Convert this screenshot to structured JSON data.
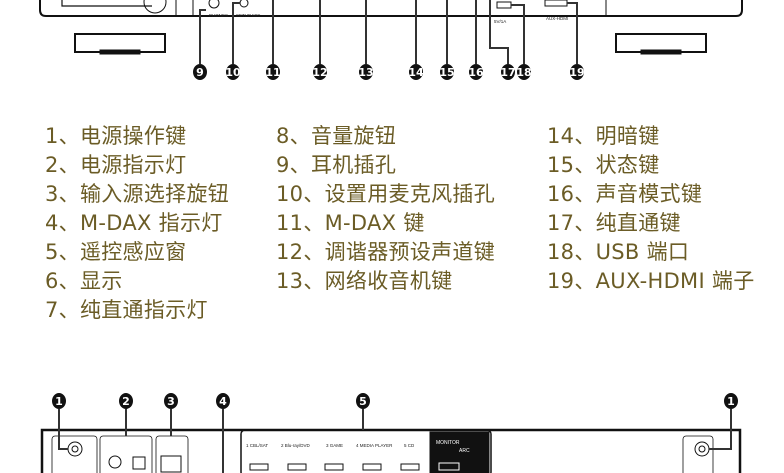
{
  "front_panel": {
    "labels": {
      "phones": "PHONES",
      "setup_mic": "SETUP MIC",
      "usb": "5V/1A",
      "aux": "AUX-HDMI"
    },
    "callouts": [
      "9",
      "10",
      "11",
      "12",
      "13",
      "14",
      "15",
      "16",
      "17",
      "18",
      "19"
    ]
  },
  "legend": {
    "column1": [
      "1、电源操作键",
      "2、电源指示灯",
      "3、输入源选择旋钮",
      "4、M-DAX 指示灯",
      "5、遥控感应窗",
      "6、显示",
      "7、纯直通指示灯"
    ],
    "column2": [
      "8、音量旋钮",
      "9、耳机插孔",
      "10、设置用麦克风插孔",
      "11、M-DAX 键",
      "12、调谐器预设声道键",
      "13、网络收音机键"
    ],
    "column3": [
      "14、明暗键",
      "15、状态键",
      "16、声音模式键",
      "17、纯直通键",
      "18、USB 端口",
      "19、AUX-HDMI 端子"
    ]
  },
  "rear_panel": {
    "callouts": [
      "1",
      "2",
      "3",
      "4",
      "5",
      "1"
    ],
    "hdmi_inputs": [
      "1 CBL/SAT",
      "2 Blu-ray/DVD",
      "3 GAME",
      "4 MEDIA PLAYER",
      "5 CD"
    ],
    "monitor_label": "MONITOR",
    "arc_label": "ARC"
  }
}
